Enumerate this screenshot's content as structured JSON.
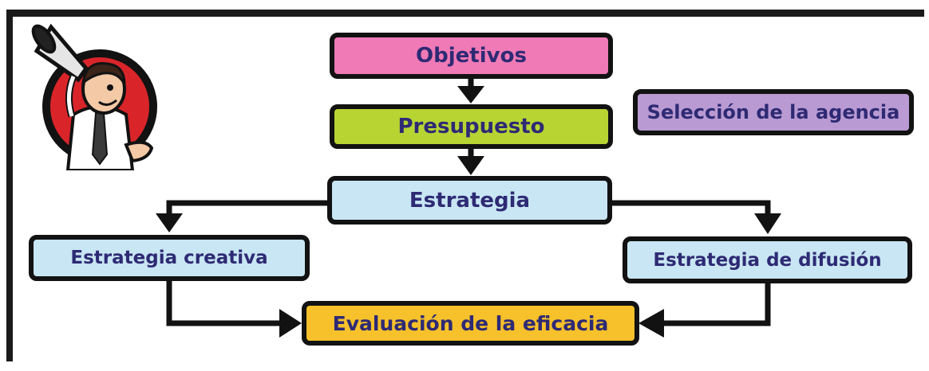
{
  "diagram": {
    "nodes": {
      "objetivos": {
        "label": "Objetivos",
        "fill": "#f07ab6"
      },
      "presupuesto": {
        "label": "Presupuesto",
        "fill": "#b7d433"
      },
      "estrategia": {
        "label": "Estrategia",
        "fill": "#c8e6f3"
      },
      "seleccion": {
        "label": "Selección de la agencia",
        "fill": "#b99ad2"
      },
      "creativa": {
        "label": "Estrategia creativa",
        "fill": "#c8e6f3"
      },
      "difusion": {
        "label": "Estrategia de difusión",
        "fill": "#c8e6f3"
      },
      "evaluacion": {
        "label": "Evaluación de la eficacia",
        "fill": "#f6c12a"
      }
    },
    "text_color": "#2e2a74",
    "line_color": "#121212",
    "edges": [
      {
        "from": "objetivos",
        "to": "presupuesto"
      },
      {
        "from": "presupuesto",
        "to": "estrategia"
      },
      {
        "from": "estrategia",
        "to": "creativa"
      },
      {
        "from": "estrategia",
        "to": "difusion"
      },
      {
        "from": "creativa",
        "to": "evaluacion"
      },
      {
        "from": "difusion",
        "to": "evaluacion"
      }
    ]
  },
  "mascot": {
    "icon": "megaphone-man-icon"
  }
}
